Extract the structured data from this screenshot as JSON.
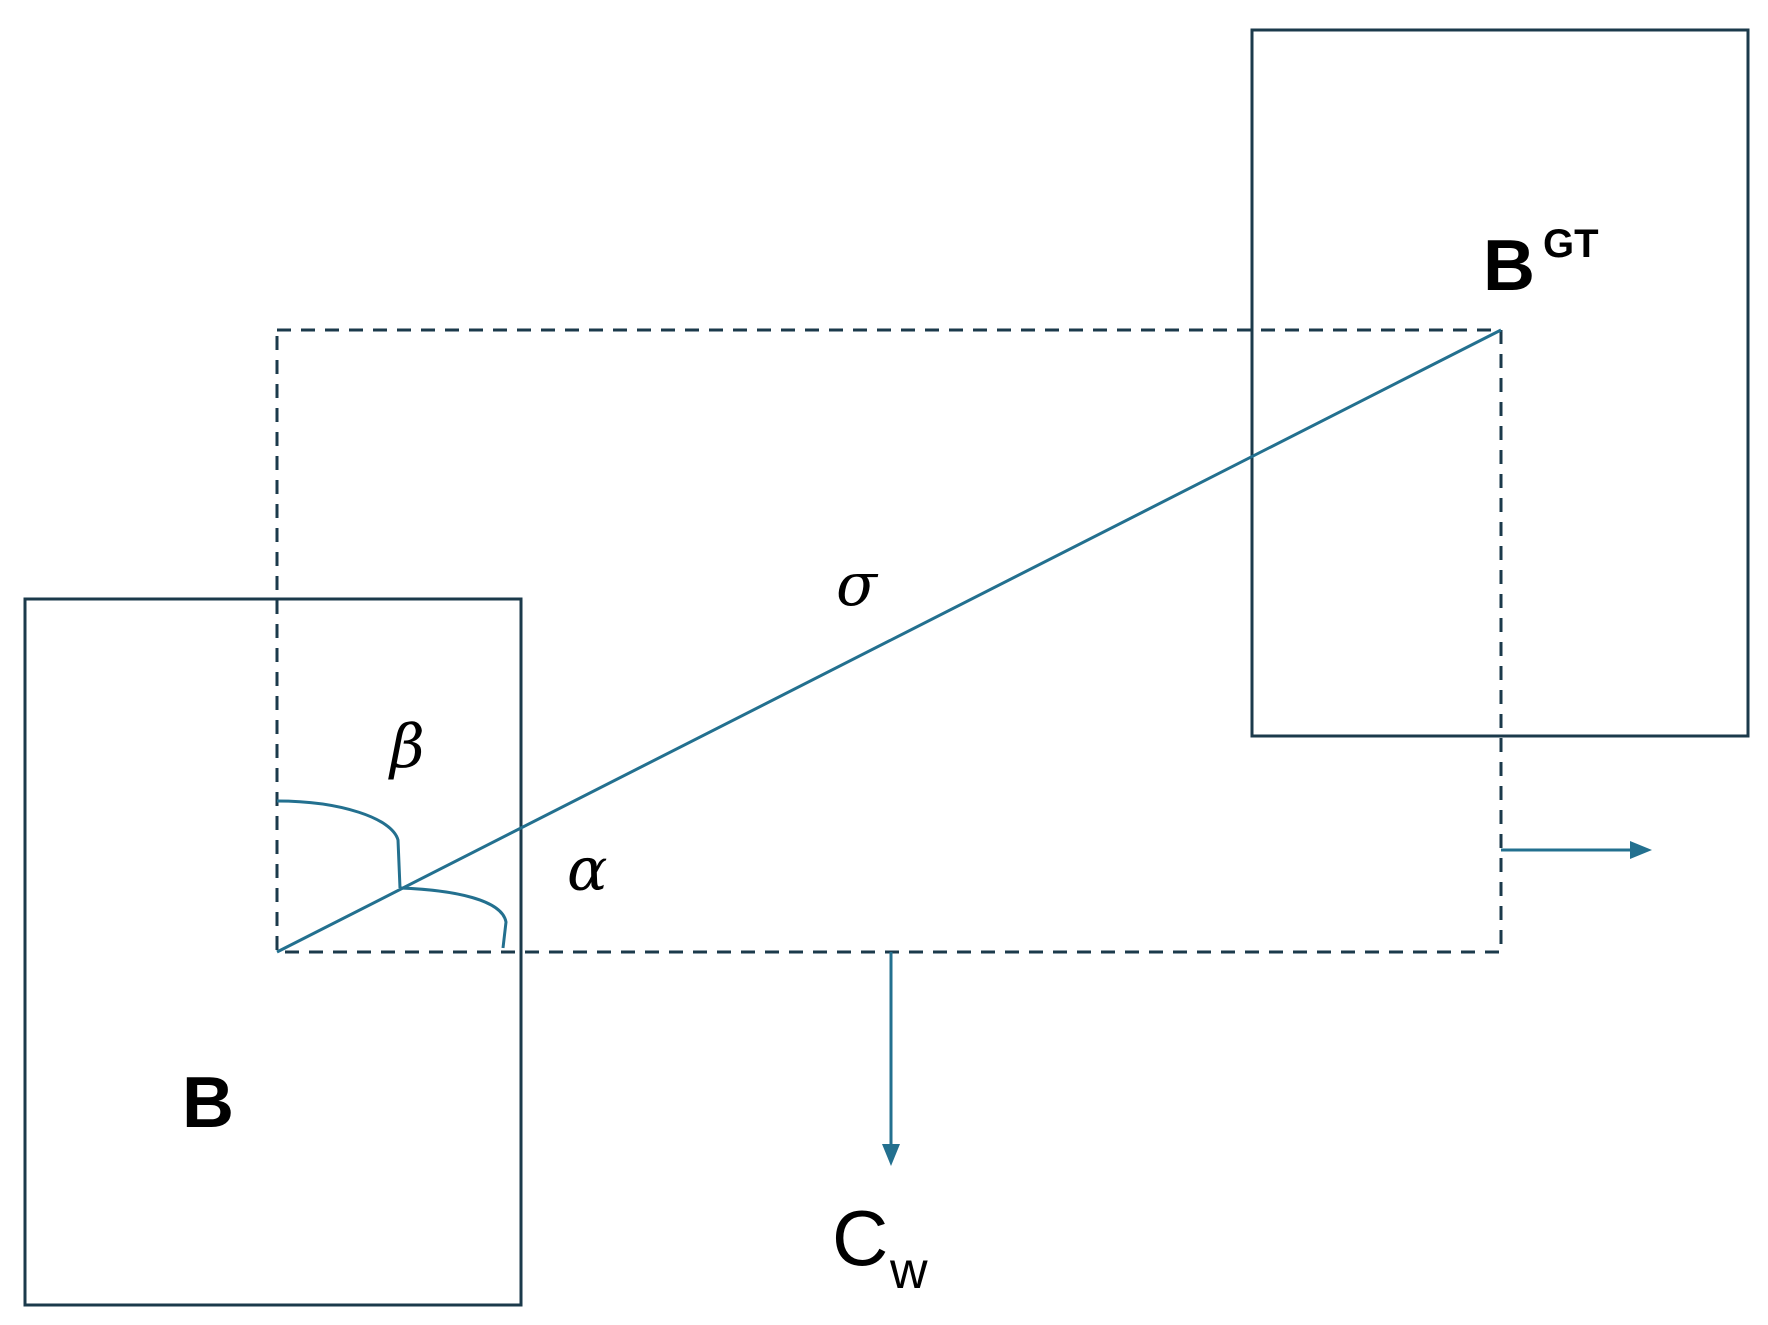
{
  "labels": {
    "box_b": "B",
    "box_gt_main": "B",
    "box_gt_sup": "GT",
    "sigma": "σ",
    "alpha": "α",
    "beta": "β",
    "cw_main": "C",
    "cw_sub": "w"
  },
  "colors": {
    "box_stroke": "#1b3a4b",
    "accent_blue": "#23708f"
  }
}
